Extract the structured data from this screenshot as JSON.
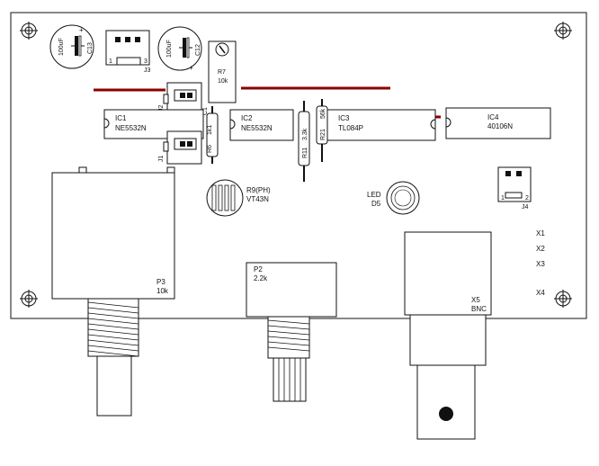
{
  "board": {
    "colors": {
      "outline": "#111111",
      "trace": "#8b0000",
      "fill": "#ffffff"
    }
  },
  "components": {
    "c13": {
      "ref": "C13",
      "value": "100uF",
      "polarity": "+"
    },
    "c12": {
      "ref": "C12",
      "value": "100uF",
      "polarity": "+"
    },
    "j3": {
      "ref": "J3",
      "pin1": "1",
      "pin3": "3"
    },
    "r7": {
      "ref": "R7",
      "value": "10k"
    },
    "j2": {
      "ref": "J2"
    },
    "c1": {
      "ref": "C1"
    },
    "ic1": {
      "ref": "IC1",
      "part": "NE5532N"
    },
    "ic2": {
      "ref": "IC2",
      "part": "NE5532N"
    },
    "ic3": {
      "ref": "IC3",
      "part": "TL084P"
    },
    "ic4": {
      "ref": "IC4",
      "part": "40106N"
    },
    "r6": {
      "ref": "R6",
      "value": "1k1"
    },
    "j1": {
      "ref": "J1"
    },
    "r11": {
      "ref": "R11",
      "value": "3.3k"
    },
    "r21": {
      "ref": "R21",
      "value": "56k"
    },
    "r9": {
      "ref": "R9(PH)",
      "part": "VT43N"
    },
    "d5": {
      "ref": "D5",
      "part": "LED"
    },
    "j4": {
      "ref": "J4",
      "pin1": "1",
      "pin2": "2"
    },
    "p3": {
      "ref": "P3",
      "value": "10k"
    },
    "p2": {
      "ref": "P2",
      "value": "2.2k"
    },
    "x5": {
      "ref": "X5",
      "part": "BNC"
    },
    "x1": {
      "ref": "X1"
    },
    "x2": {
      "ref": "X2"
    },
    "x3": {
      "ref": "X3"
    },
    "x4": {
      "ref": "X4"
    }
  }
}
